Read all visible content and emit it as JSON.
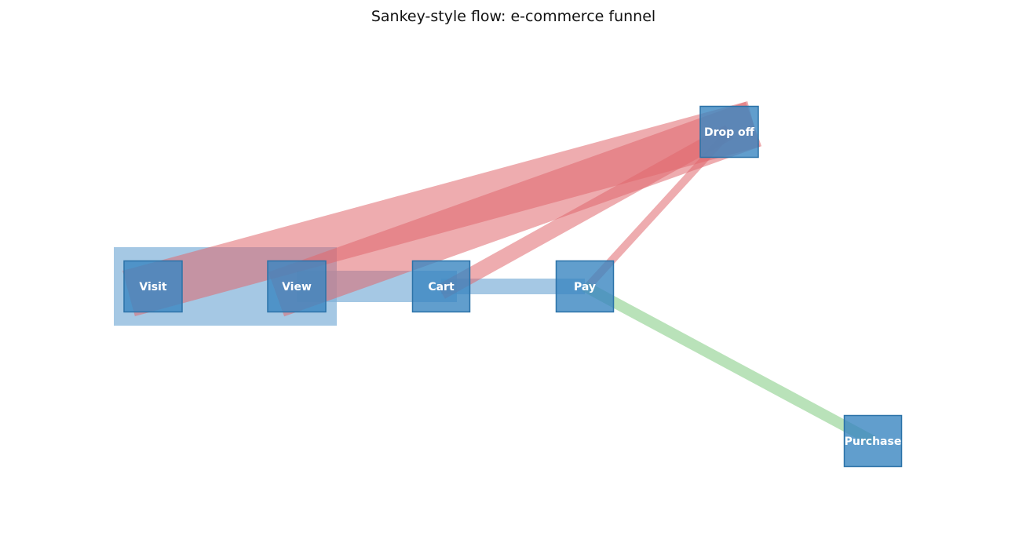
{
  "title": "Sankey-style flow: e-commerce funnel",
  "colors": {
    "node_fill": "#3a86c0",
    "node_stroke": "#2b72a8",
    "flow_continue": "#7fb1d8",
    "flow_drop": "#e0686e",
    "flow_purchase": "#7fcb7f"
  },
  "nodes": [
    {
      "id": "visit",
      "label": "Visit"
    },
    {
      "id": "view",
      "label": "View"
    },
    {
      "id": "cart",
      "label": "Cart"
    },
    {
      "id": "pay",
      "label": "Pay"
    },
    {
      "id": "dropoff",
      "label": "Drop off"
    },
    {
      "id": "purchase",
      "label": "Purchase"
    }
  ],
  "links": [
    {
      "source": "visit",
      "target": "view",
      "kind": "continue"
    },
    {
      "source": "view",
      "target": "cart",
      "kind": "continue"
    },
    {
      "source": "cart",
      "target": "pay",
      "kind": "continue"
    },
    {
      "source": "visit",
      "target": "dropoff",
      "kind": "drop"
    },
    {
      "source": "view",
      "target": "dropoff",
      "kind": "drop"
    },
    {
      "source": "cart",
      "target": "dropoff",
      "kind": "drop"
    },
    {
      "source": "pay",
      "target": "dropoff",
      "kind": "drop"
    },
    {
      "source": "pay",
      "target": "purchase",
      "kind": "purchase"
    }
  ]
}
